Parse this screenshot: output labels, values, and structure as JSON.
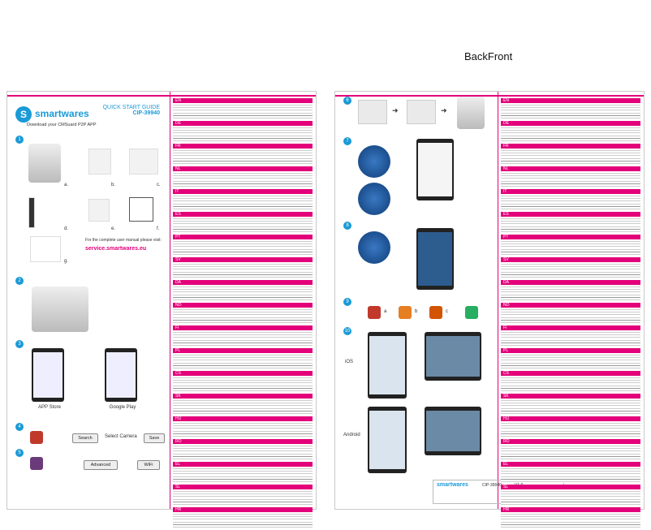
{
  "page": {
    "heading": "BackFront"
  },
  "left": {
    "brand": "smartwares",
    "logo_letter": "S",
    "title_line1": "QUICK START GUIDE",
    "title_line2": "CIP-39940",
    "download": "Download your CMSuard P2P APP",
    "labels": {
      "a": "a.",
      "b": "b.",
      "c": "c.",
      "d": "d.",
      "e": "e.",
      "f": "f.",
      "g": "g."
    },
    "manual_text": "For the complete user manual please visit:",
    "url": "service.smartwares.eu",
    "stores": {
      "apple": "APP Store",
      "google": "Google Play"
    },
    "buttons": {
      "search": "Search",
      "select_camera": "Select Camera",
      "save": "Save",
      "advanced": "Advanced",
      "wifi": "WiFi"
    },
    "step_numbers": [
      "1",
      "2",
      "3",
      "4",
      "5"
    ]
  },
  "left_text": {
    "sections": [
      "EN",
      "DE",
      "FR",
      "NL",
      "IT",
      "ES",
      "PT",
      "SV",
      "DA",
      "NO",
      "FI",
      "PL",
      "CS",
      "SK",
      "HU",
      "RO",
      "EL",
      "SL",
      "HR"
    ]
  },
  "right": {
    "step_numbers": [
      "6",
      "7",
      "8",
      "9",
      "10"
    ],
    "labels": {
      "ios": "iOS",
      "android": "Android",
      "a": "a",
      "b": "b",
      "c": "c"
    },
    "footer": {
      "brand": "smartwares",
      "code": "CIP-39940",
      "version": "V1.0"
    }
  },
  "right_text": {
    "sections": [
      "EN",
      "DE",
      "FR",
      "NL",
      "IT",
      "ES",
      "PT",
      "SV",
      "DA",
      "NO",
      "FI",
      "PL",
      "CS",
      "SK",
      "HU",
      "RO",
      "EL",
      "SL",
      "HR"
    ]
  },
  "colors": {
    "accent": "#e3007a",
    "brand": "#1a9ad6"
  }
}
